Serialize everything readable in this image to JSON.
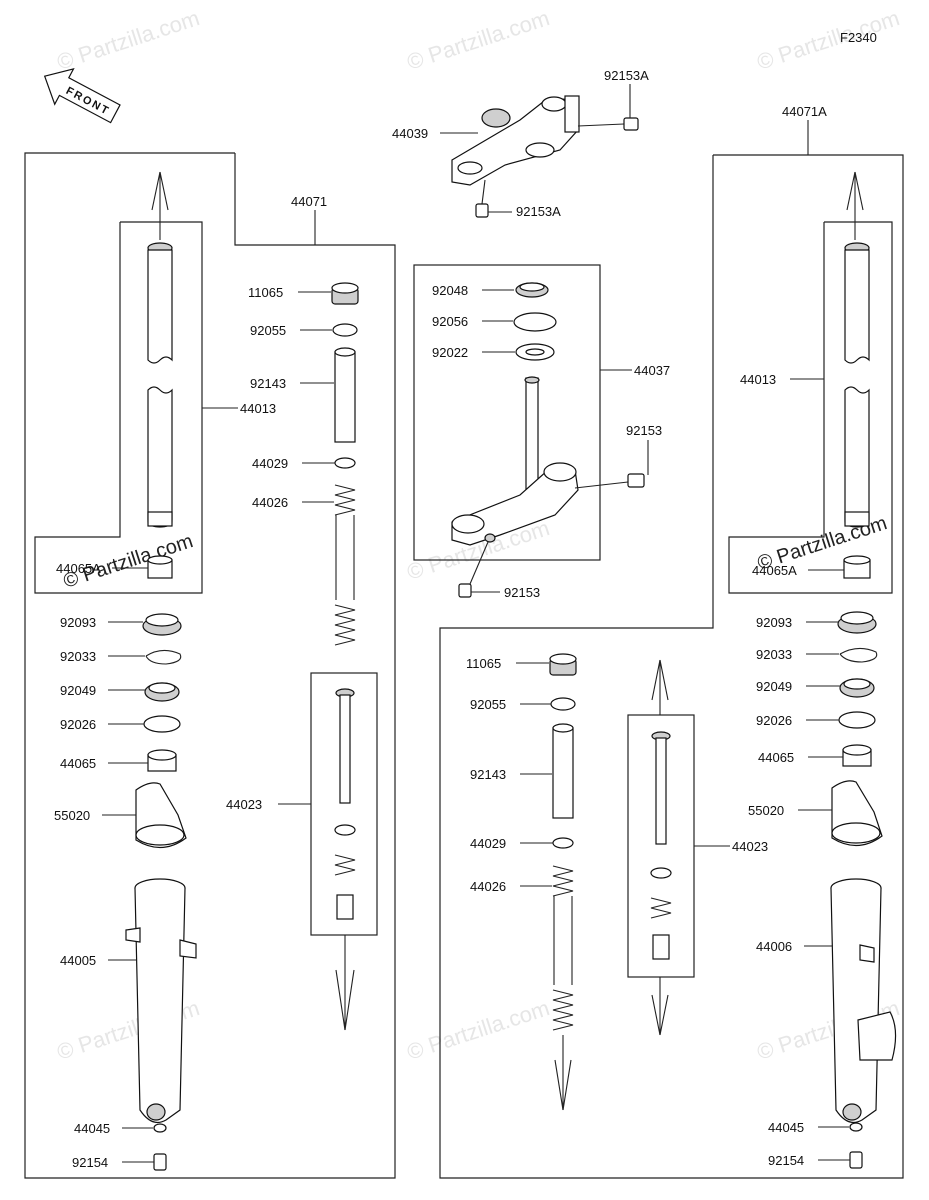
{
  "figure_code": "F2340",
  "front_label": "FRONT",
  "watermark_text": "© Partzilla.com",
  "watermark_main": "© Partzilla.com",
  "labels": {
    "l44071": "44071",
    "l44071A": "44071A",
    "l44039": "44039",
    "l92153A_top": "92153A",
    "l92153A_bot": "92153A",
    "l44037": "44037",
    "l92048": "92048",
    "l92056": "92056",
    "l92022": "92022",
    "l92153_a": "92153",
    "l92153_b": "92153",
    "left": {
      "l44013": "44013",
      "l44065A": "44065A",
      "l92093": "92093",
      "l92033": "92033",
      "l92049": "92049",
      "l92026": "92026",
      "l44065": "44065",
      "l55020": "55020",
      "l44005": "44005",
      "l44045": "44045",
      "l92154": "92154",
      "l11065": "11065",
      "l92055": "92055",
      "l92143": "92143",
      "l44029": "44029",
      "l44026": "44026",
      "l44023": "44023"
    },
    "right": {
      "l44013": "44013",
      "l44065A": "44065A",
      "l92093": "92093",
      "l92033": "92033",
      "l92049": "92049",
      "l92026": "92026",
      "l44065": "44065",
      "l55020": "55020",
      "l44006": "44006",
      "l44045": "44045",
      "l92154": "92154",
      "l11065": "11065",
      "l92055": "92055",
      "l92143": "92143",
      "l44029": "44029",
      "l44026": "44026",
      "l44023": "44023"
    }
  }
}
